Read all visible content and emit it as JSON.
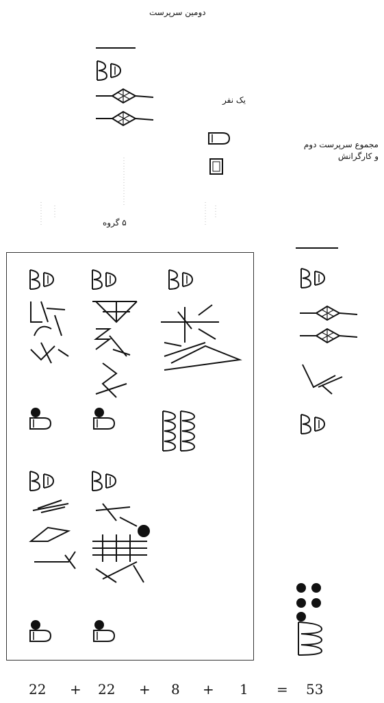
{
  "labels": {
    "second_supervisor": "دومین سرپرست",
    "one_person": "یک نفر",
    "total_line1": "مجموع سرپرست دوم",
    "total_line2": "و کارگرانش",
    "five_groups": "۵ گروه"
  },
  "equation": {
    "term1": "22",
    "plus1": "+",
    "term2": "22",
    "plus2": "+",
    "term3": "8",
    "plus3": "+",
    "term4": "1",
    "equals": "=",
    "result": "53"
  },
  "colors": {
    "ink": "#111111",
    "border": "#333333",
    "background": "#ffffff"
  }
}
